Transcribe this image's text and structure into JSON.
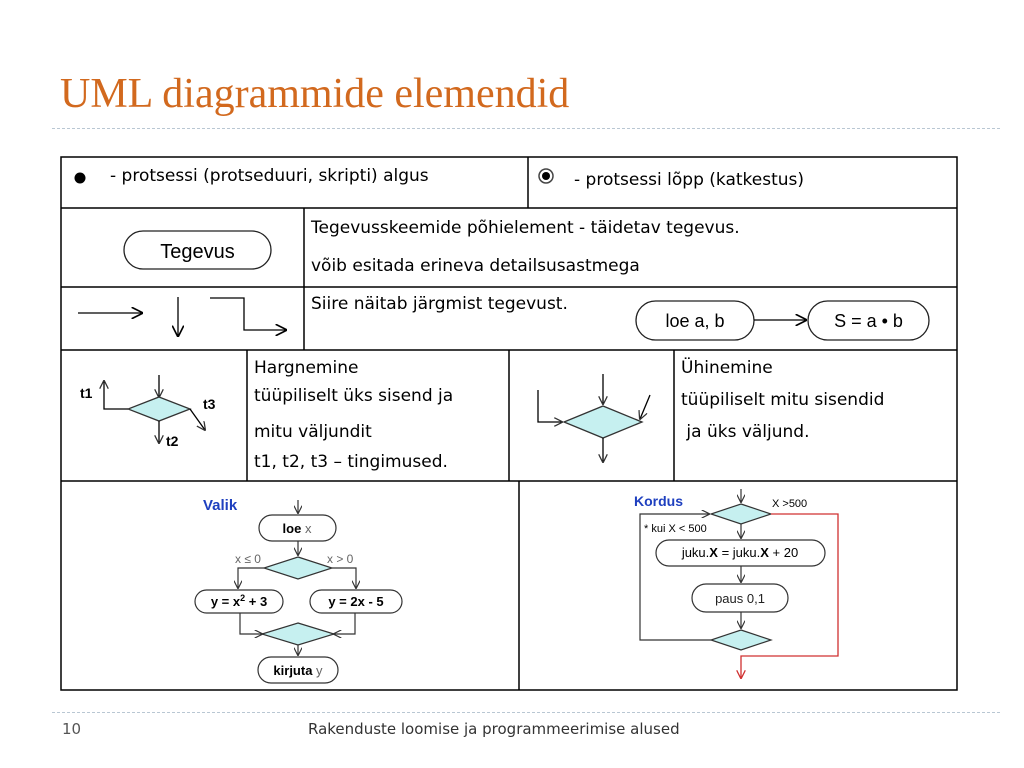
{
  "slide": {
    "title": "UML diagrammide elemendid",
    "page_number": "10",
    "footer": "Rakenduste loomise ja programmeerimise alused"
  },
  "rows": {
    "start": {
      "text": "- protsessi (protseduuri, skripti) algus"
    },
    "end": {
      "text": "-  protsessi lõpp (katkestus)"
    },
    "activity": {
      "shape_label": "Tegevus",
      "line1": "Tegevusskeemide põhielement - täidetav tegevus.",
      "line2": "võib esitada erineva detailsusastmega"
    },
    "transition": {
      "text": "Siire näitab järgmist tegevust.",
      "node1": "loe a, b",
      "node2": "S = a • b"
    },
    "branch": {
      "label_t1": "t1",
      "label_t2": "t2",
      "label_t3": "t3",
      "line1": "Hargnemine",
      "line2": "tüüpiliselt üks sisend ja",
      "line3": "mitu väljundit",
      "line4": "t1, t2, t3 – tingimused."
    },
    "merge": {
      "line1": "Ühinemine",
      "line2": "tüüpiliselt mitu sisendid",
      "line3": " ja üks väljund."
    }
  },
  "examples": {
    "valik": {
      "title": "Valik",
      "read_kw": "loe",
      "read_var": " x",
      "cond_left": "x ≤ 0",
      "cond_right": "x > 0",
      "left_a": "y = x",
      "left_sup": "2",
      "left_b": " + 3",
      "right": "y = 2x - 5",
      "write_kw": "kirjuta",
      "write_var": " y"
    },
    "kordus": {
      "title": "Kordus",
      "cond_exit": "X >500",
      "cond_loop": "* kui X < 500",
      "assign_a": "juku.",
      "assign_b": "X",
      "assign_c": " = juku.",
      "assign_d": "X",
      "assign_e": "  + 20",
      "pause": "paus 0,1"
    }
  },
  "colors": {
    "title": "#d2691e",
    "diamond": "#c6f0f0",
    "accent_blue": "#1e3fbf",
    "loop_red": "#d03030"
  }
}
